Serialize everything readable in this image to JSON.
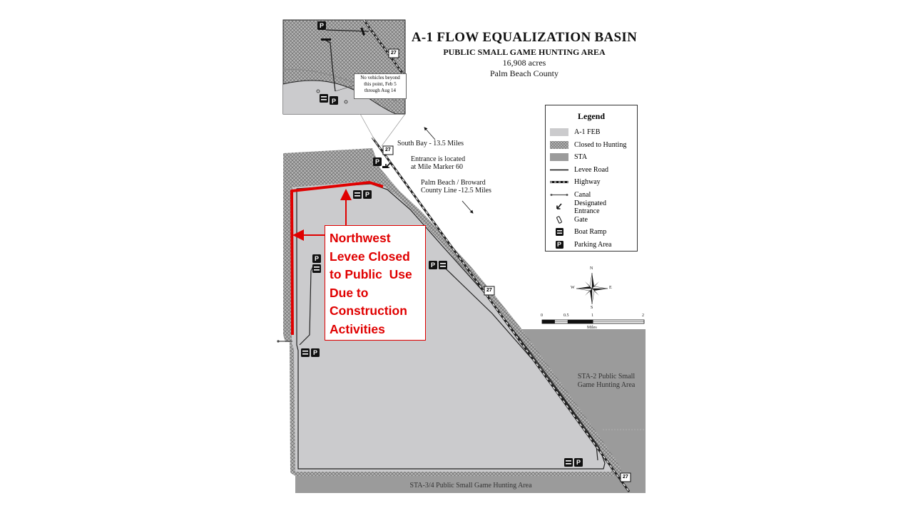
{
  "title": {
    "main": "A-1 FLOW EQUALIZATION BASIN",
    "sub": "PUBLIC SMALL GAME HUNTING AREA",
    "acres": "16,908 acres",
    "county": "Palm Beach County"
  },
  "legend": {
    "title": "Legend",
    "items": [
      {
        "label": "A-1 FEB",
        "icon": "fill-light-gray"
      },
      {
        "label": "Closed to Hunting",
        "icon": "fill-crosshatch"
      },
      {
        "label": "STA",
        "icon": "fill-dark-gray"
      },
      {
        "label": "Levee Road",
        "icon": "line-solid"
      },
      {
        "label": "Highway",
        "icon": "line-dashed-double"
      },
      {
        "label": "Canal",
        "icon": "line-canal"
      },
      {
        "label": "Designated Entrance",
        "icon": "arrow-entrance-icon"
      },
      {
        "label": "Gate",
        "icon": "gate-icon"
      },
      {
        "label": "Boat Ramp",
        "icon": "boat-ramp-icon"
      },
      {
        "label": "Parking Area",
        "icon": "parking-icon"
      }
    ]
  },
  "callout": {
    "lines": [
      "Northwest",
      "Levee Closed",
      "to Public  Use",
      "Due to",
      "Construction",
      "Activities"
    ],
    "color": "#e00000"
  },
  "labels": {
    "south_bay": "South Bay - 13.5 Miles",
    "entrance_line1": "Entrance is located",
    "entrance_line2": "at Mile Marker 60",
    "county_line1": "Palm Beach / Broward",
    "county_line2": "County Line -12.5 Miles",
    "sta2_line1": "STA-2 Public Small",
    "sta2_line2": "Game Hunting Area",
    "sta34": "STA-3/4 Public Small Game Hunting Area",
    "highway_number": "27",
    "parking_letter": "P"
  },
  "inset_note": {
    "lines": [
      "No vehicles beyond",
      "this point, Feb 5",
      "through Aug 14"
    ]
  },
  "scale": {
    "ticks": [
      "0",
      "0.5",
      "1",
      "2"
    ],
    "unit": "Miles"
  },
  "compass": {
    "n": "N",
    "s": "S",
    "e": "E",
    "w": "W"
  },
  "colors": {
    "feb": "#cbcbcd",
    "sta": "#9b9b9b",
    "closed_hatch": "#a3a3a3",
    "closure_line": "#e00000"
  }
}
